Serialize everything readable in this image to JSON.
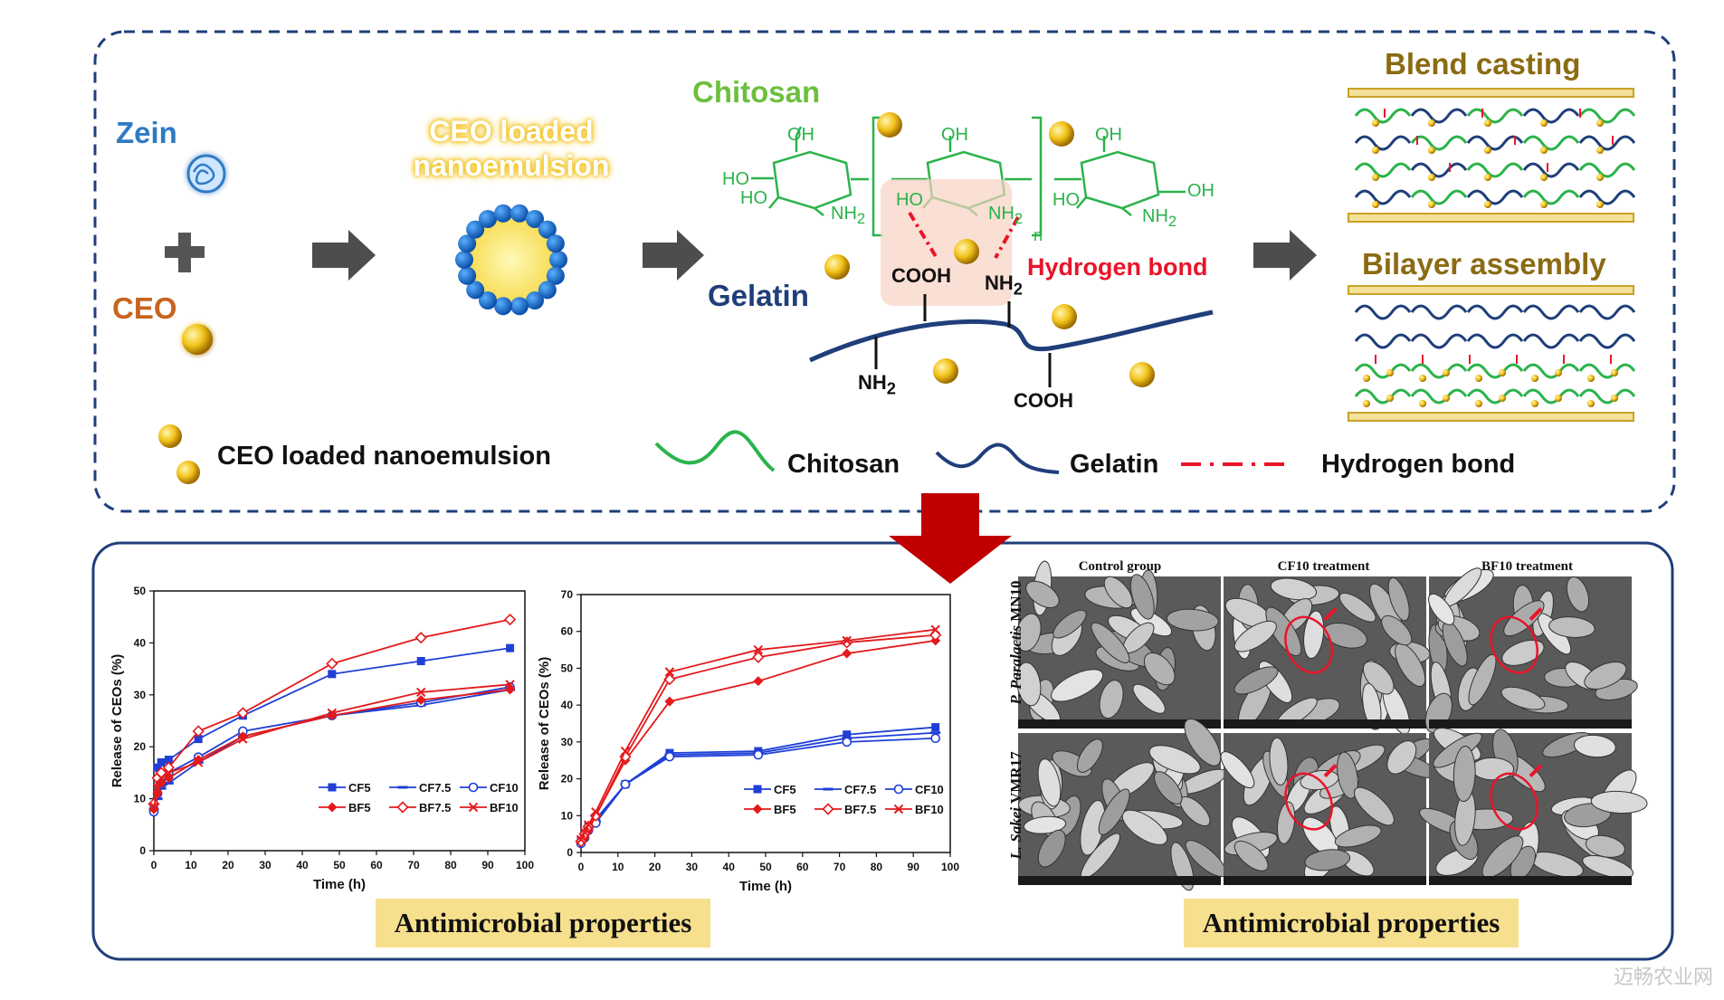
{
  "schematic": {
    "zein_label": "Zein",
    "ceo_label": "CEO",
    "nanoemulsion_title": [
      "CEO loaded",
      "nanoemulsion"
    ],
    "chitosan_label": "Chitosan",
    "gelatin_label": "Gelatin",
    "hydrogen_bond_label": "Hydrogen bond",
    "chem": {
      "oh": "OH",
      "ho": "HO",
      "nh2": "NH",
      "sub2": "2",
      "cooh": "COOH",
      "n": "n"
    },
    "blend_casting": "Blend casting",
    "bilayer_assembly": "Bilayer assembly",
    "legend": {
      "nanoemulsion": "CEO loaded nanoemulsion",
      "chitosan": "Chitosan",
      "gelatin": "Gelatin",
      "hydrogen_bond": "Hydrogen bond"
    }
  },
  "colors": {
    "zein": "#2e7bc4",
    "ceo": "#c8641e",
    "chitosan": "#2bb34a",
    "gelatin": "#1f3e7a",
    "hbond": "#e8152a",
    "arrow_gray": "#4d4d4d",
    "arrow_red": "#c00000",
    "film_gold": "#c9a227"
  },
  "chart_data": [
    {
      "type": "line",
      "xlabel": "Time (h)",
      "ylabel": "Release of CEOs (%)",
      "xlim": [
        0,
        100
      ],
      "ylim": [
        0,
        50
      ],
      "xticks": [
        "0",
        "10",
        "20",
        "30",
        "40",
        "50",
        "60",
        "70",
        "80",
        "90",
        "100"
      ],
      "yticks": [
        "0",
        "10",
        "20",
        "30",
        "40",
        "50"
      ],
      "x": [
        0,
        1,
        2,
        4,
        12,
        24,
        48,
        72,
        96
      ],
      "series": [
        {
          "name": "CF5",
          "color": "#1f3fd6",
          "marker": "square",
          "values": [
            8,
            16,
            17,
            17.5,
            21.5,
            26,
            34,
            36.5,
            39
          ]
        },
        {
          "name": "CF7.5",
          "color": "#1f3fd6",
          "marker": "hline",
          "values": [
            8,
            10,
            12,
            13,
            17,
            22,
            26,
            28,
            31
          ]
        },
        {
          "name": "CF10",
          "color": "#1f3fd6",
          "marker": "circle-open",
          "values": [
            7.5,
            11,
            13,
            15,
            18,
            23,
            26,
            28.5,
            31.5
          ]
        },
        {
          "name": "BF5",
          "color": "#e31a1c",
          "marker": "diamond",
          "values": [
            8,
            11,
            13,
            14,
            17.5,
            22,
            26,
            29,
            31
          ]
        },
        {
          "name": "BF7.5",
          "color": "#e31a1c",
          "marker": "diamond-open",
          "values": [
            9,
            14,
            15,
            16,
            23,
            26.5,
            36,
            41,
            44.5
          ]
        },
        {
          "name": "BF10",
          "color": "#e31a1c",
          "marker": "x",
          "values": [
            8.5,
            12,
            14,
            15,
            17,
            21.5,
            26.5,
            30.5,
            32
          ]
        }
      ],
      "legend_position": "bottom-right"
    },
    {
      "type": "line",
      "xlabel": "Time (h)",
      "ylabel": "Release of CEOs (%)",
      "xlim": [
        0,
        100
      ],
      "ylim": [
        0,
        70
      ],
      "xticks": [
        "0",
        "10",
        "20",
        "30",
        "40",
        "50",
        "60",
        "70",
        "80",
        "90",
        "100"
      ],
      "yticks": [
        "0",
        "10",
        "20",
        "30",
        "40",
        "50",
        "60",
        "70"
      ],
      "x": [
        0,
        1,
        2,
        4,
        12,
        24,
        48,
        72,
        96
      ],
      "series": [
        {
          "name": "CF5",
          "color": "#1f3fd6",
          "marker": "square",
          "values": [
            3,
            5,
            7,
            9,
            18.5,
            27,
            27.5,
            32,
            34
          ]
        },
        {
          "name": "CF7.5",
          "color": "#1f3fd6",
          "marker": "hline",
          "values": [
            3,
            5,
            6.5,
            8.5,
            18.5,
            26.5,
            27,
            31,
            32.5
          ]
        },
        {
          "name": "CF10",
          "color": "#1f3fd6",
          "marker": "circle-open",
          "values": [
            2.5,
            4,
            6,
            8,
            18.5,
            26,
            26.5,
            30,
            31
          ]
        },
        {
          "name": "BF5",
          "color": "#e31a1c",
          "marker": "diamond",
          "values": [
            3,
            4,
            6,
            10,
            25,
            41,
            46.5,
            54,
            57.5
          ]
        },
        {
          "name": "BF7.5",
          "color": "#e31a1c",
          "marker": "diamond-open",
          "values": [
            3,
            5,
            7,
            10,
            26,
            47,
            53,
            57,
            59
          ]
        },
        {
          "name": "BF10",
          "color": "#e31a1c",
          "marker": "x",
          "values": [
            3.5,
            5.5,
            7.5,
            11,
            27.5,
            49,
            55,
            57.5,
            60.5
          ]
        }
      ],
      "legend_position": "bottom-right"
    }
  ],
  "sem": {
    "columns": [
      "Control group",
      "CF10 treatment",
      "BF10 treatment"
    ],
    "rows": [
      {
        "italic": "P. Paralactis",
        "normal": " MN10"
      },
      {
        "italic": "L. Sakei",
        "normal": " VMR17"
      }
    ]
  },
  "panel_titles": {
    "left": "Antimicrobial properties",
    "right": "Antimicrobial properties"
  },
  "watermark": "迈畅农业网"
}
